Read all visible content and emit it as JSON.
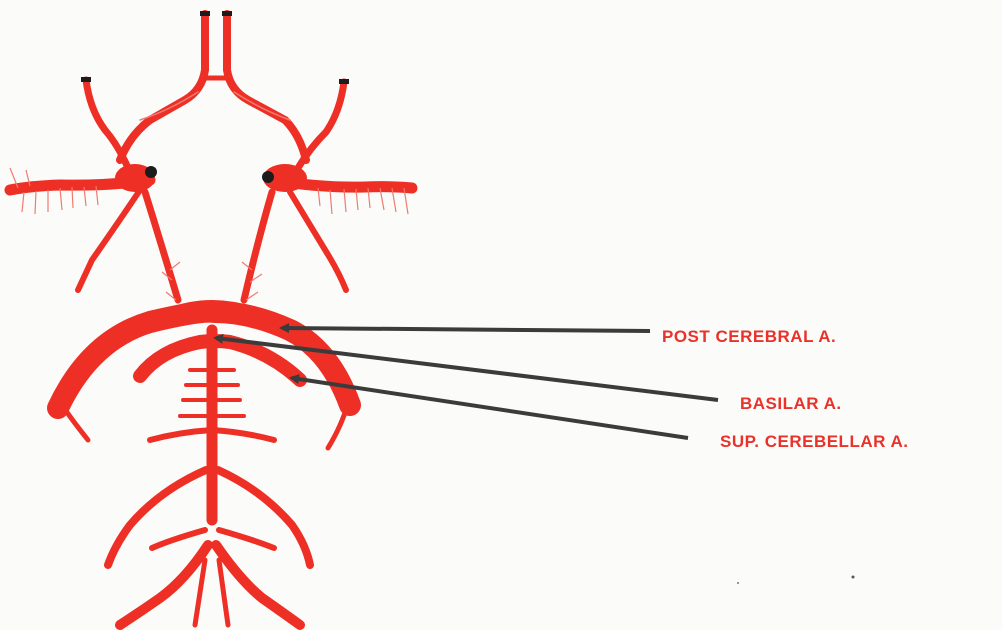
{
  "colors": {
    "artery": "#ee2f25",
    "artery_dark": "#d81e16",
    "highlight": "#f6a095",
    "arrow": "#3b3b3b",
    "label": "#e8322a",
    "cut_end": "#1c1c1c",
    "background": "#fbfbfa"
  },
  "labels": {
    "post_cerebral": "POST CEREBRAL A.",
    "basilar": "BASILAR A.",
    "sup_cerebellar": "SUP. CEREBELLAR A."
  }
}
